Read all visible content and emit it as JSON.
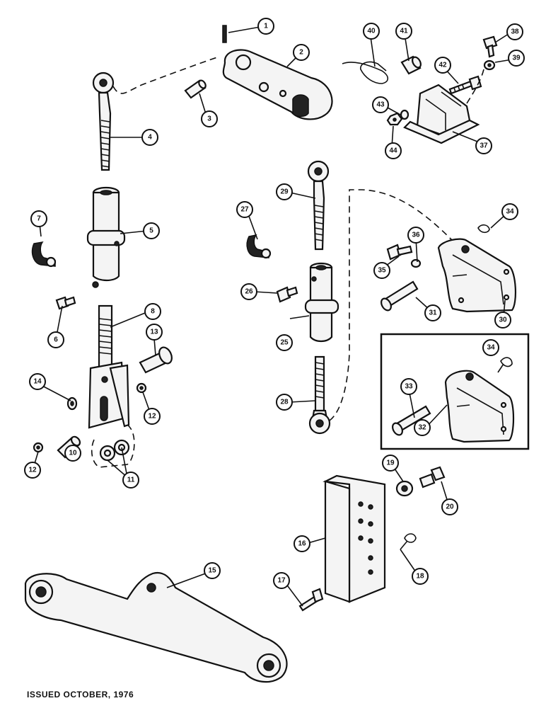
{
  "caption": "ISSUED OCTOBER, 1976",
  "callouts": [
    "1",
    "2",
    "3",
    "4",
    "5",
    "6",
    "7",
    "8",
    "10",
    "11",
    "12",
    "12",
    "13",
    "14",
    "15",
    "16",
    "17",
    "18",
    "19",
    "20",
    "25",
    "26",
    "27",
    "28",
    "29",
    "30",
    "31",
    "32",
    "33",
    "34",
    "34",
    "35",
    "36",
    "37",
    "38",
    "39",
    "40",
    "41",
    "42",
    "43",
    "44"
  ]
}
